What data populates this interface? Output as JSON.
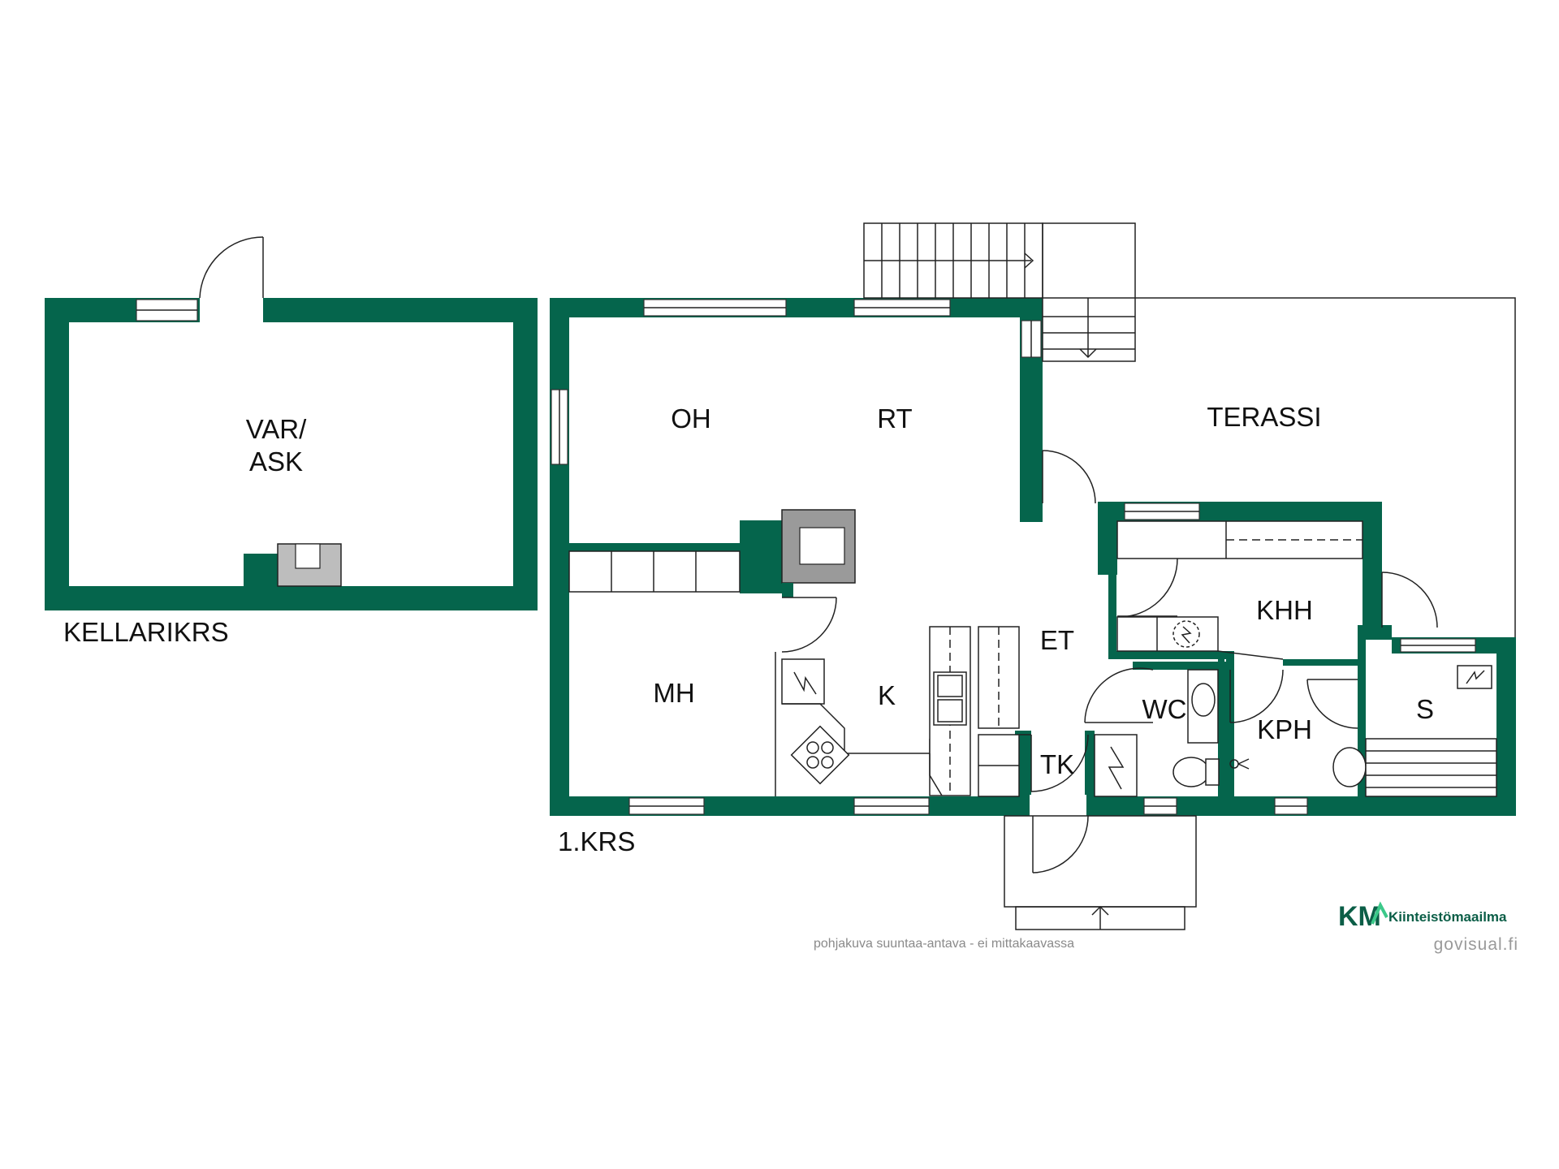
{
  "colors": {
    "wall": "#05654c",
    "brand_dark": "#0b5e47",
    "brand_light": "#3cc98a"
  },
  "floors": {
    "basement": "KELLARIKRS",
    "ground": "1.KRS"
  },
  "rooms": {
    "var_line1": "VAR/",
    "var_line2": "ASK",
    "oh": "OH",
    "rt": "RT",
    "terassi": "TERASSI",
    "khh": "KHH",
    "et": "ET",
    "mh": "MH",
    "k": "K",
    "wc": "WC",
    "kph": "KPH",
    "s": "S",
    "tk": "TK"
  },
  "footer": {
    "disclaimer": "pohjakuva suuntaa-antava - ei mittakaavassa",
    "brand_km": "KM",
    "brand_name": "Kiinteistömaailma",
    "credit": "govisual.fi"
  },
  "icons": [
    "stove-hatch-icon",
    "electric-panel-icon",
    "sink-icon",
    "toilet-icon",
    "shower-icon",
    "fireplace-icon",
    "stairs-icon",
    "door-swing-icon"
  ]
}
